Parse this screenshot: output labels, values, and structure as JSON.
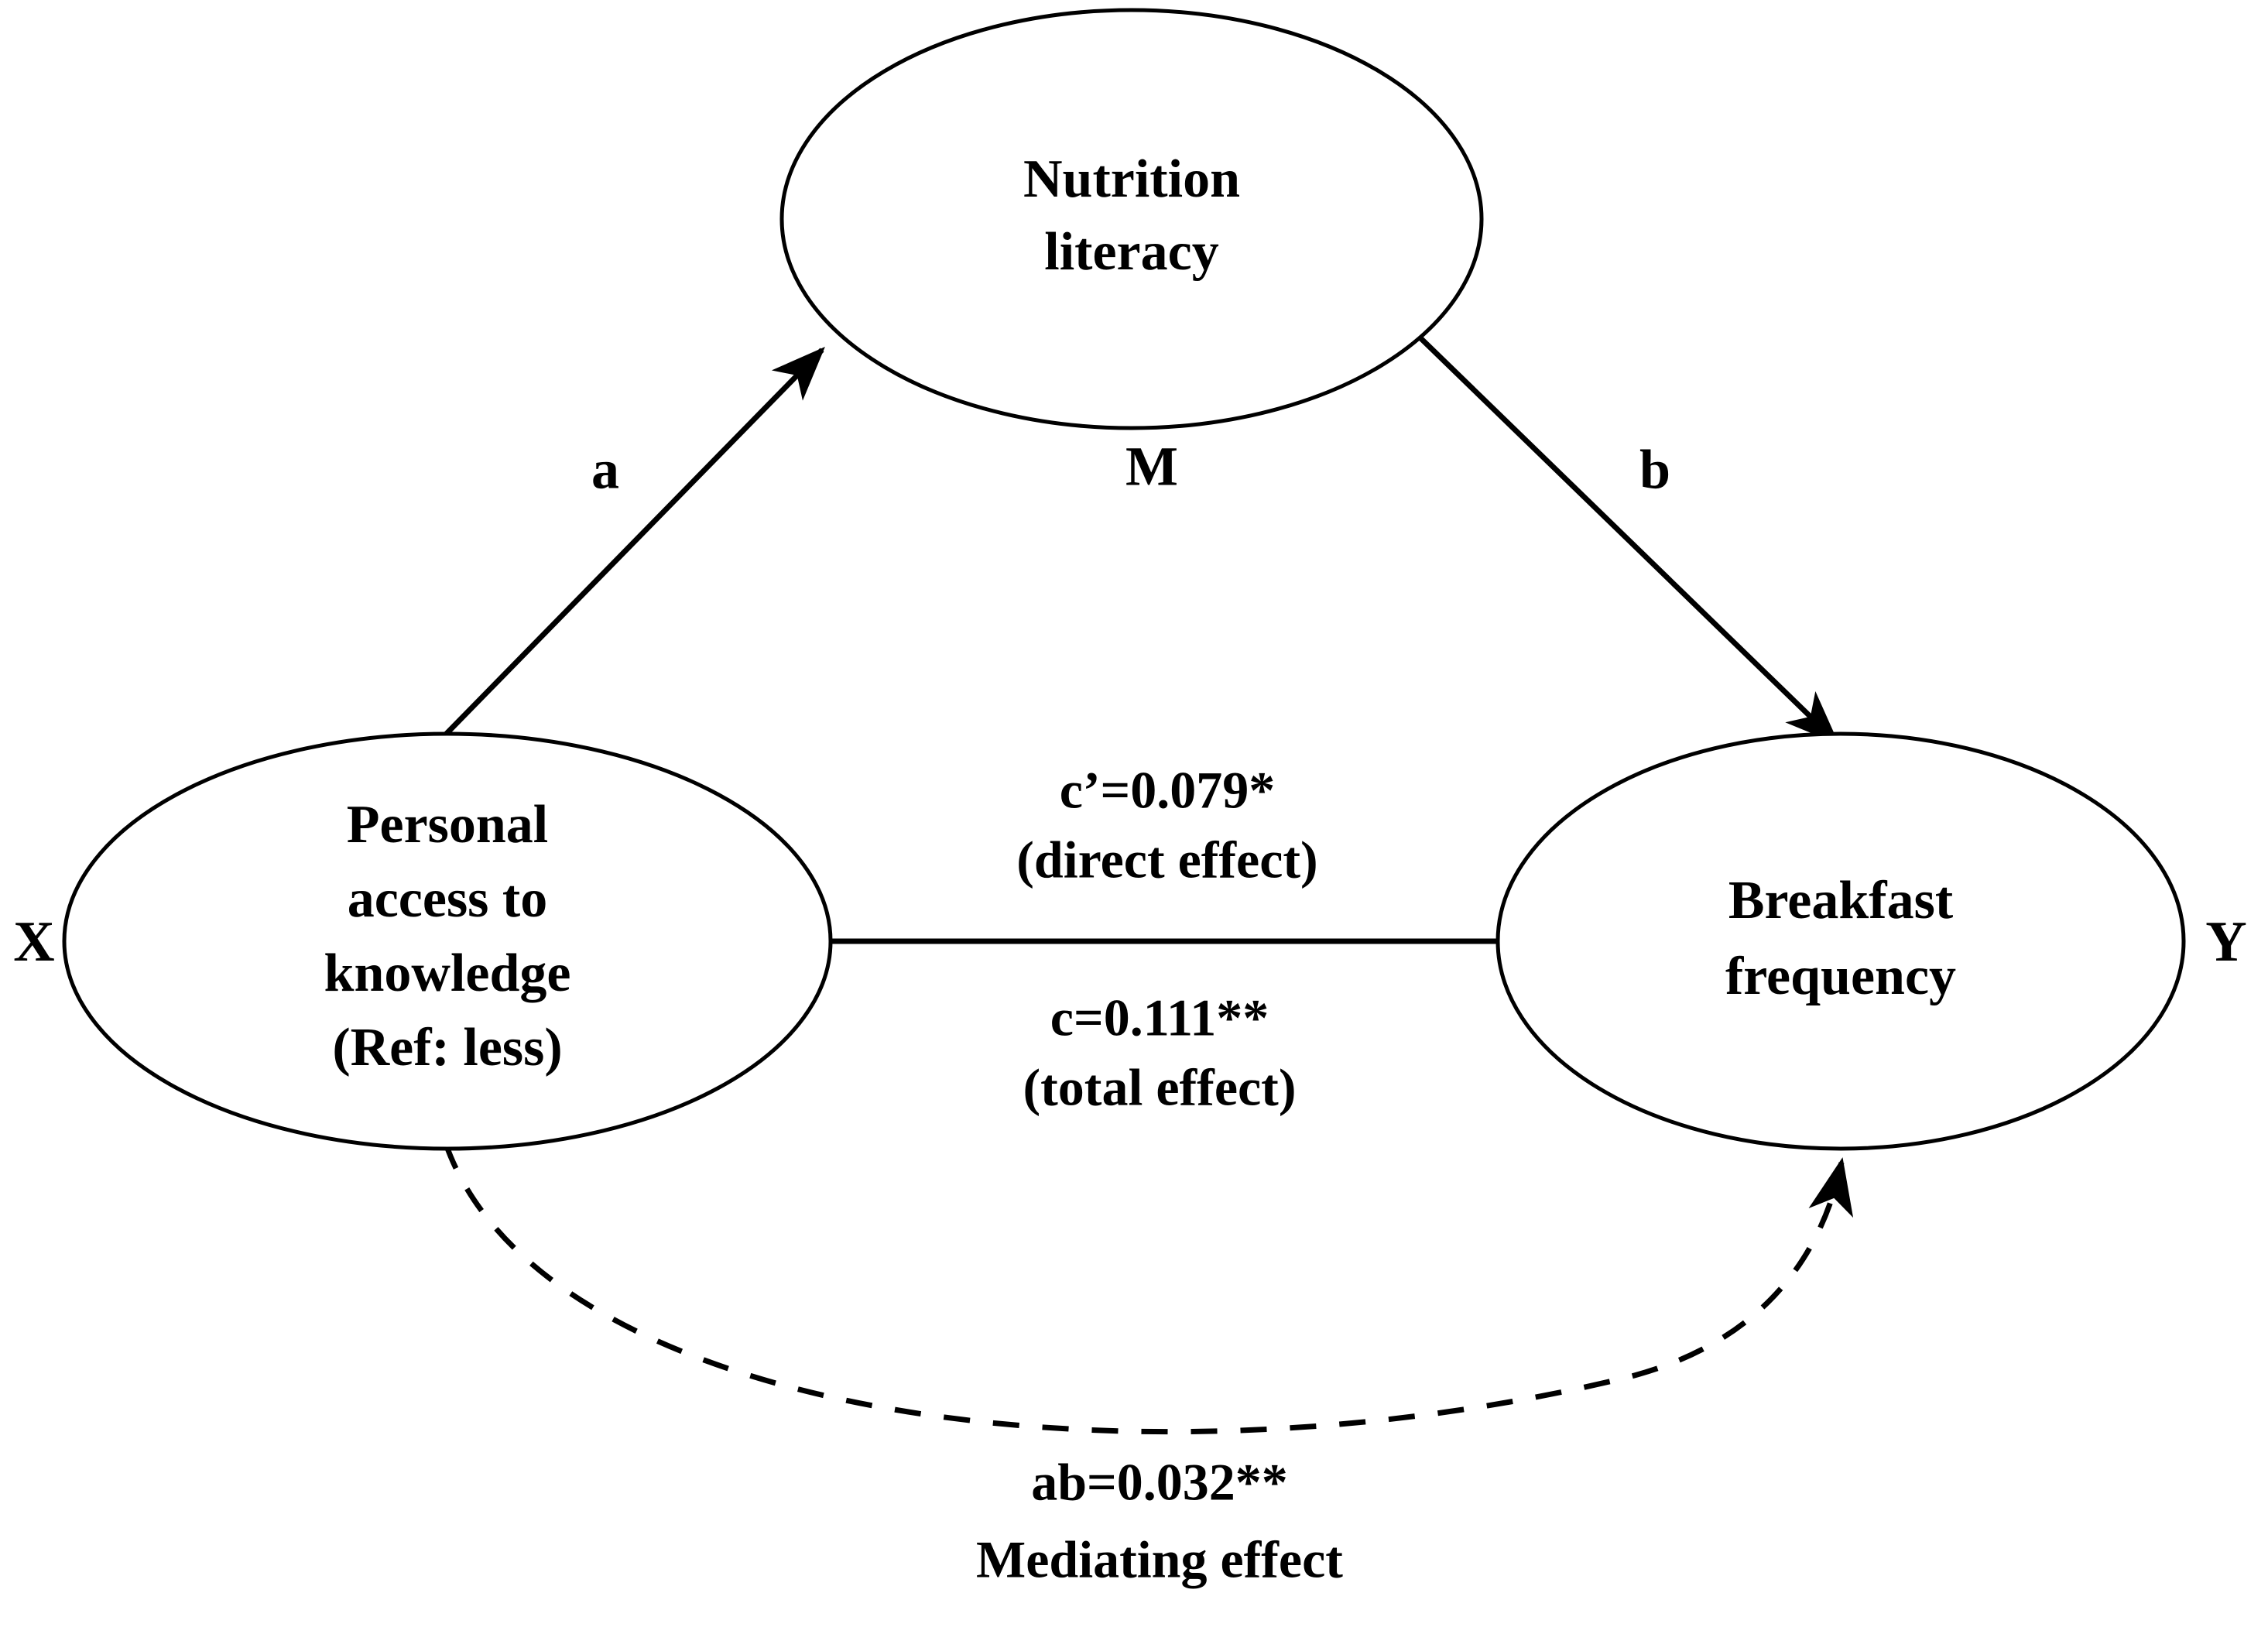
{
  "diagram": {
    "type": "mediation-path-model",
    "nodes": [
      {
        "id": "mediator",
        "role": "M",
        "role_label": "M",
        "lines": [
          "Nutrition",
          "literacy"
        ],
        "shape": "ellipse"
      },
      {
        "id": "independent",
        "role": "X",
        "role_label": "X",
        "lines": [
          "Personal",
          "access to",
          "knowledge",
          "(Ref: less)"
        ],
        "shape": "ellipse"
      },
      {
        "id": "dependent",
        "role": "Y",
        "role_label": "Y",
        "lines": [
          "Breakfast",
          "frequency"
        ],
        "shape": "ellipse"
      }
    ],
    "paths": [
      {
        "id": "path-a",
        "label": "a",
        "from": "independent",
        "to": "mediator",
        "style": "solid-arrow"
      },
      {
        "id": "path-b",
        "label": "b",
        "from": "mediator",
        "to": "dependent",
        "style": "solid-arrow"
      },
      {
        "id": "path-c-prime",
        "label_value": "c’=0.079*",
        "label_description": "(direct effect)",
        "from": "independent",
        "to": "dependent",
        "style": "solid-arrow"
      },
      {
        "id": "path-c-total",
        "label_value": "c=0.111**",
        "label_description": "(total effect)",
        "from": "independent",
        "to": "dependent",
        "style": "annotation"
      },
      {
        "id": "path-ab-indirect",
        "label_value": "ab=0.032**",
        "label_description": "Mediating effect",
        "from": "independent",
        "to": "dependent",
        "style": "dashed-arc-arrow"
      }
    ],
    "colors": {
      "stroke": "#000000",
      "fill": "#ffffff",
      "text": "#000000"
    }
  }
}
